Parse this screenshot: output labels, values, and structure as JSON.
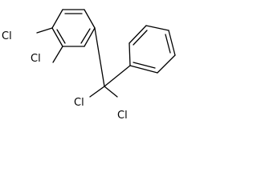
{
  "molecule": {
    "atom_labels": {
      "cl_ring_top": "Cl",
      "cl_ring_bottom": "Cl",
      "cl_benzylic_left": "Cl",
      "cl_benzylic_right": "Cl"
    }
  },
  "colors": {
    "background": "#ffffff",
    "ink": "#000000"
  }
}
